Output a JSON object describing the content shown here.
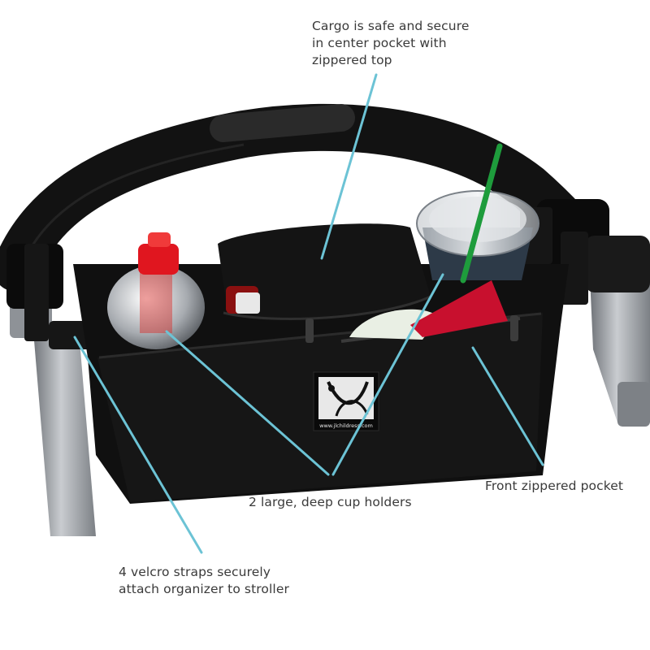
{
  "callouts": {
    "cargo": "Cargo is safe and secure\nin center pocket with\nzippered top",
    "front_pocket": "Front zippered pocket",
    "cup_holders": "2 large, deep cup holders",
    "velcro": "4 velcro straps securely\nattach organizer to stroller"
  },
  "product": {
    "logo_url": "www.jlchildress.com"
  },
  "colors": {
    "leader_line": "#6cc3d5",
    "bag": "#111111",
    "frame": "#9a9ea3",
    "bottle_cap": "#e0161f",
    "straw": "#1e9c3c"
  }
}
